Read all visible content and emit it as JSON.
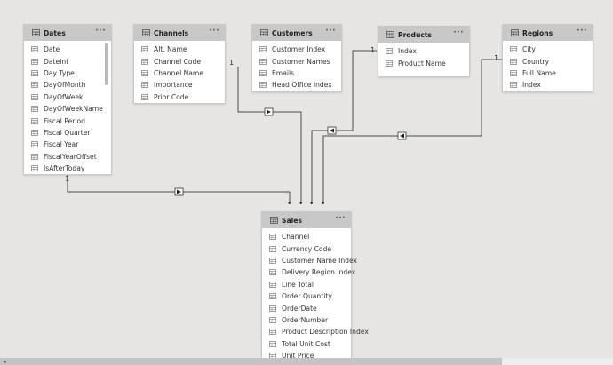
{
  "tables": {
    "dates": {
      "name": "Dates",
      "fields": [
        "Date",
        "DateInt",
        "Day Type",
        "DayOfMonth",
        "DayOfWeek",
        "DayOfWeekName",
        "Fiscal Period",
        "Fiscal Quarter",
        "Fiscal Year",
        "FiscalYearOffset",
        "IsAfterToday"
      ]
    },
    "channels": {
      "name": "Channels",
      "fields": [
        "Alt. Name",
        "Channel Code",
        "Channel Name",
        "Importance",
        "Prior Code"
      ]
    },
    "customers": {
      "name": "Customers",
      "fields": [
        "Customer Index",
        "Customer Names",
        "Emails",
        "Head Office Index"
      ]
    },
    "products": {
      "name": "Products",
      "fields": [
        "Index",
        "Product Name"
      ]
    },
    "regions": {
      "name": "Regions",
      "fields": [
        "City",
        "Country",
        "Full Name",
        "Index"
      ]
    },
    "sales": {
      "name": "Sales",
      "fields": [
        "Channel",
        "Currency Code",
        "Customer Name Index",
        "Delivery Region Index",
        "Line Total",
        "Order Quantity",
        "OrderDate",
        "OrderNumber",
        "Product Description Index",
        "Total Unit Cost",
        "Unit Price"
      ]
    }
  },
  "ui": {
    "more_label": "···",
    "scroll_left_label": "◂"
  },
  "relationships": {
    "one_label": "1",
    "many_label": "•"
  },
  "colors": {
    "canvas": "#e6e5e4",
    "header": "#c8c8c8",
    "line": "#444444"
  }
}
